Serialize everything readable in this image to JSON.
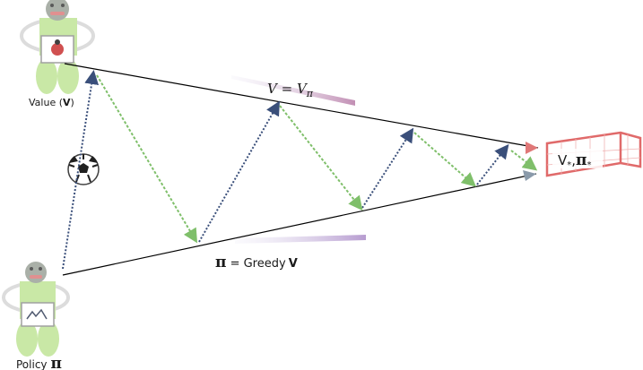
{
  "labels": {
    "value": "Value (",
    "value_bold": "V",
    "value_close": ")",
    "policy": "Policy",
    "policy_symbol": "π",
    "goal_v": "V",
    "goal_v_sub": "*",
    "goal_comma": ",",
    "goal_pi": "π",
    "goal_pi_sub": "*",
    "top_v": "V",
    "top_eq": " = ",
    "top_vpi": "V",
    "top_vpi_sub": "π",
    "bottom_pi": "π",
    "bottom_eq": " = Greedy",
    "bottom_v": "V"
  },
  "colors": {
    "line": "#000000",
    "eval_arrow": "#3a4f7a",
    "improve_arrow": "#7fbf6a",
    "goal_net": "#e06a6a",
    "top_arrowhead": "#e07878",
    "bottom_arrowhead": "#8a9aaa",
    "robot_body": "#c9e8a6",
    "robot_head": "#aab0a8",
    "robot_face": "#e09090"
  },
  "icons": {
    "value_robot": "robot-icon",
    "policy_robot": "robot-icon",
    "ball": "soccer-ball-icon",
    "goal": "soccer-goal-icon"
  }
}
